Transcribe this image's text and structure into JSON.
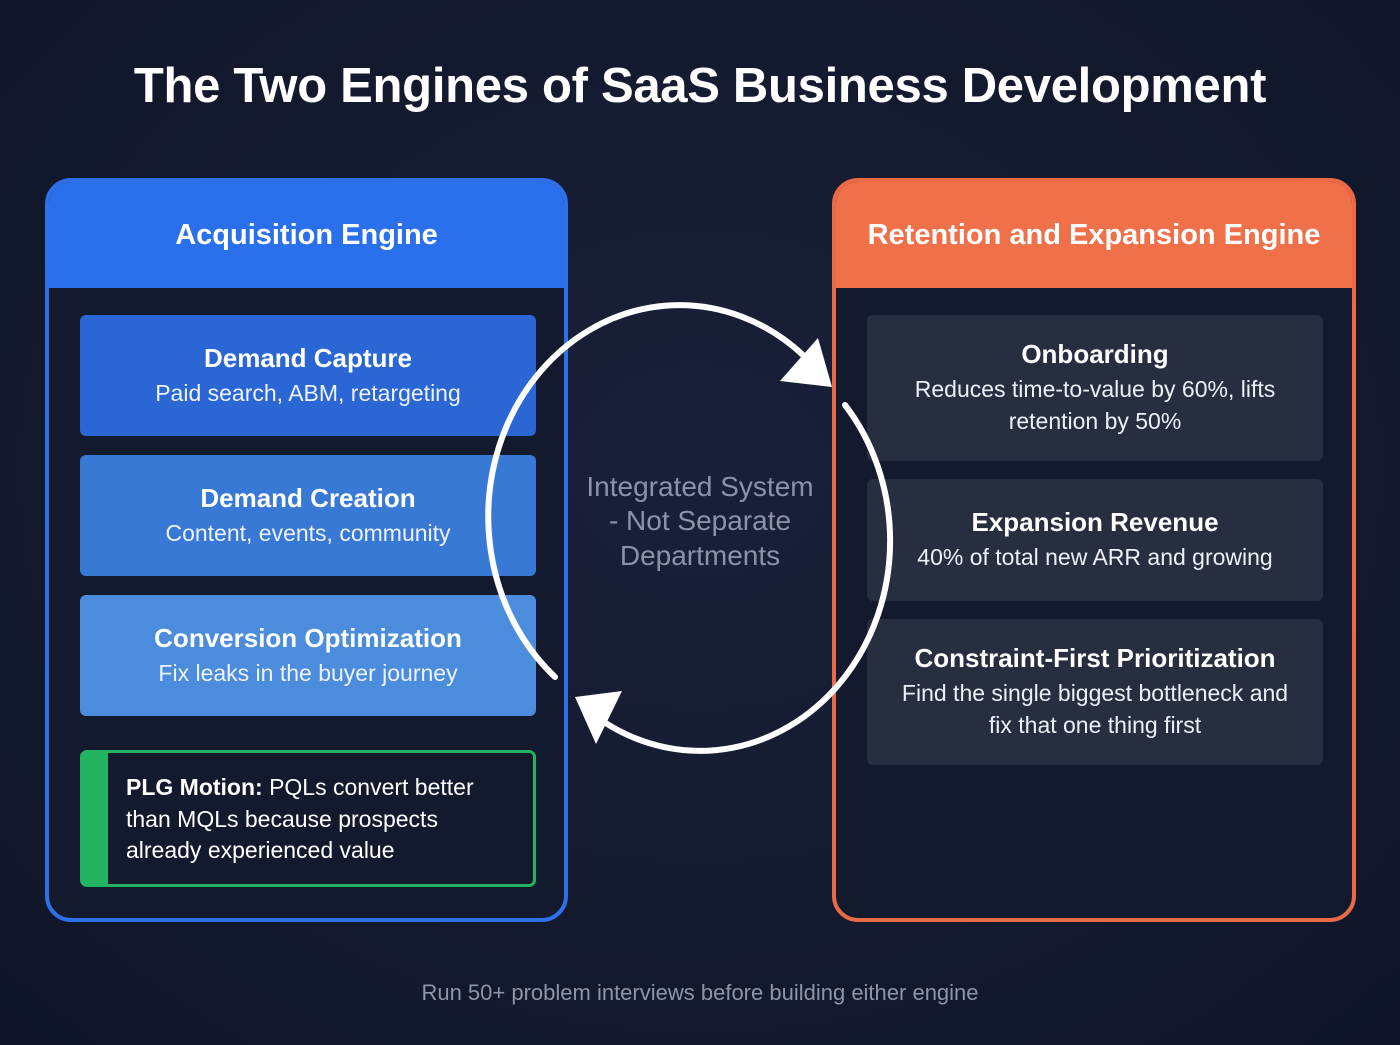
{
  "title": "The Two Engines of SaaS Business Development",
  "acquisition": {
    "header": "Acquisition Engine",
    "cards": [
      {
        "title": "Demand Capture",
        "desc": "Paid search, ABM, retargeting"
      },
      {
        "title": "Demand Creation",
        "desc": "Content, events, community"
      },
      {
        "title": "Conversion Optimization",
        "desc": "Fix leaks in the buyer journey"
      }
    ],
    "plg": {
      "label": "PLG Motion:",
      "text": " PQLs convert better than MQLs because prospects already experienced value"
    }
  },
  "retention": {
    "header": "Retention and Expansion Engine",
    "cards": [
      {
        "title": "Onboarding",
        "desc": "Reduces time-to-value by 60%, lifts retention by 50%"
      },
      {
        "title": "Expansion Revenue",
        "desc": "40% of total new ARR and growing"
      },
      {
        "title": "Constraint-First Prioritization",
        "desc": "Find the single biggest bottleneck and fix that one thing first"
      }
    ]
  },
  "cycle_label": "Integrated System - Not Separate Departments",
  "footer": "Run 50+ problem interviews before building either engine",
  "colors": {
    "acquisition": "#2a70ec",
    "retention": "#f0704a",
    "plg_accent": "#22b460",
    "background": "#141a2e"
  }
}
